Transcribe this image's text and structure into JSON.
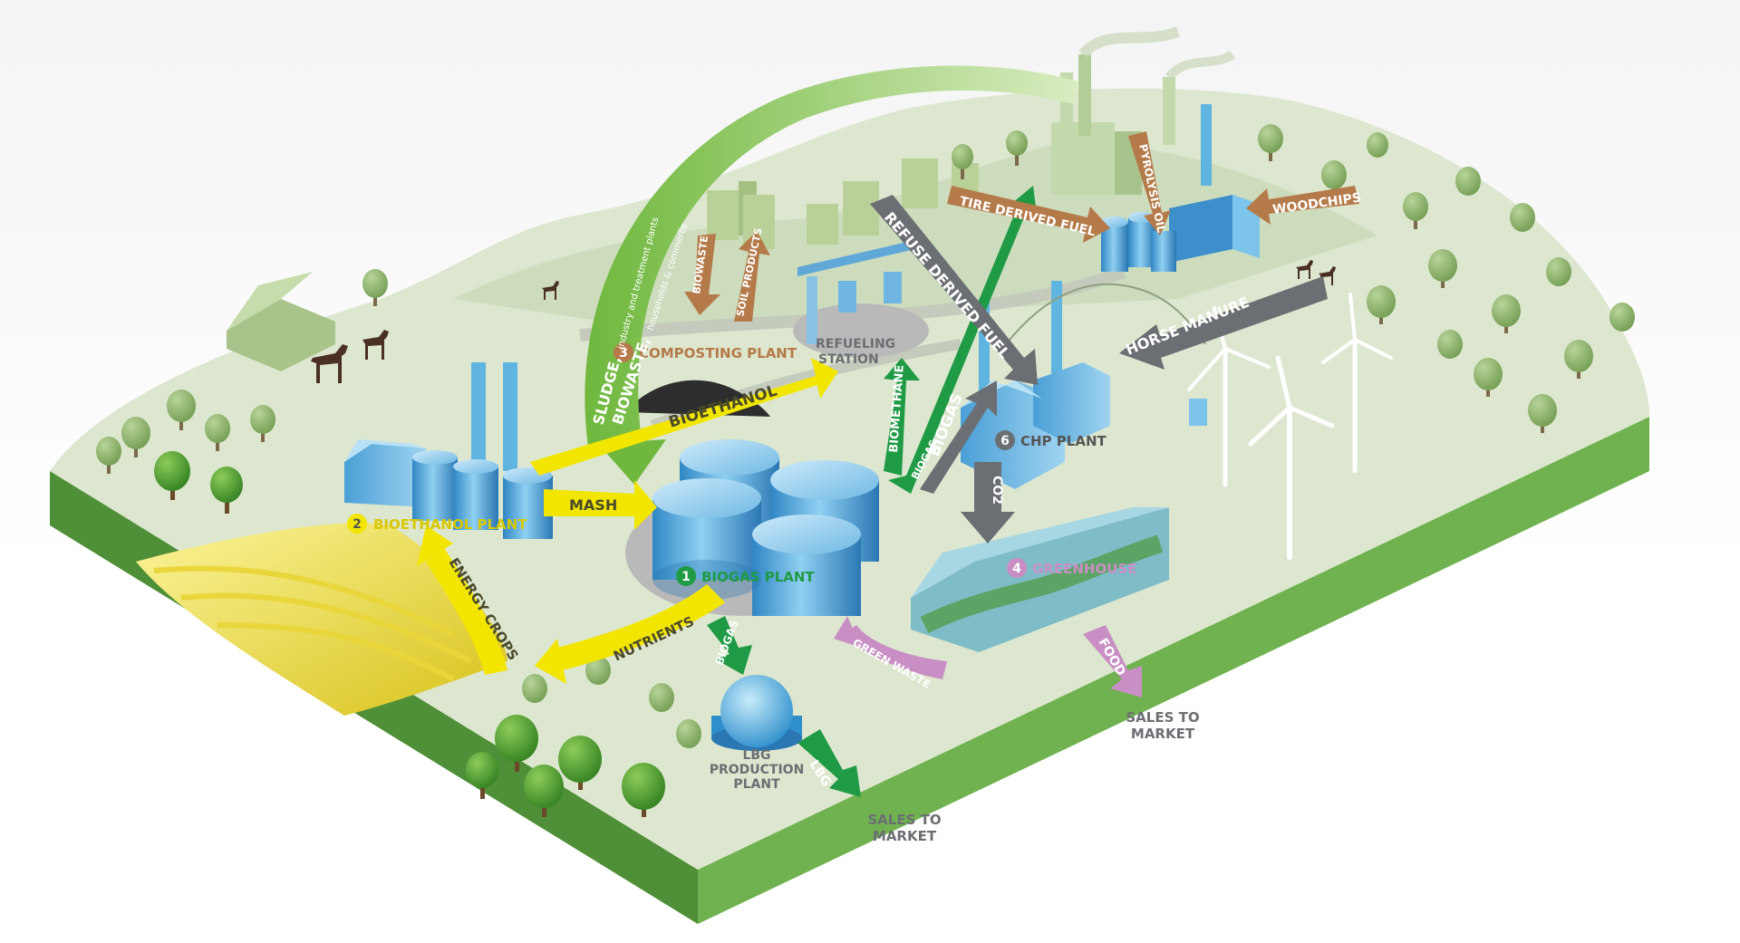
{
  "facilities": {
    "biogas_plant": {
      "num": "1",
      "name": "BIOGAS PLANT"
    },
    "bioethanol_plant": {
      "num": "2",
      "name": "BIOETHANOL PLANT"
    },
    "composting_plant": {
      "num": "3",
      "name": "COMPOSTING PLANT"
    },
    "greenhouse": {
      "num": "4",
      "name": "GREENHOUSE"
    },
    "chp_plant": {
      "num": "6",
      "name": "CHP PLANT"
    },
    "refueling_station": {
      "line1": "REFUELING",
      "line2": "STATION"
    },
    "lbg_plant": {
      "line1": "LBG",
      "line2": "PRODUCTION",
      "line3": "PLANT"
    }
  },
  "flows": {
    "bioethanol": "BIOETHANOL",
    "mash": "MASH",
    "energy_crops": "ENERGY CROPS",
    "nutrients": "NUTRIENTS",
    "biogas_to_lbg": "BIOGAS",
    "lbg": "LBG",
    "green_waste": "GREEN WASTE",
    "food": "FOOD",
    "co2": "CO2",
    "biogas_main": "BIOGAS",
    "biomethane": "BIOMETHANE",
    "biogas_small": "BIOGAS",
    "refuse_derived_fuel": "REFUSE DERIVED FUEL",
    "tire_derived_fuel": "TIRE DERIVED FUEL",
    "pyrolysis_oil": "PYROLYSIS OIL",
    "woodchips": "WOODCHIPS",
    "horse_manure": "HORSE MANURE",
    "biowaste": "BIOWASTE",
    "soil_products": "SOIL PRODUCTS",
    "sludge": "SLUDGE,",
    "sludge_sub": "industry and treatment plants",
    "biowaste_main": "BIOWASTE,",
    "biowaste_sub": "households & commerce"
  },
  "sales": {
    "right": {
      "line1": "SALES TO",
      "line2": "MARKET"
    },
    "bottom": {
      "line1": "SALES TO",
      "line2": "MARKET"
    }
  },
  "colors": {
    "ground": "#dde7cf",
    "edge": "#64a84a",
    "yellow": "#f2e600",
    "green": "#1f9a45",
    "light_green": "#86c24a",
    "brown": "#b57a49",
    "gray": "#6b6e72",
    "purple": "#c98fc5",
    "blue": "#5fb4e0"
  }
}
